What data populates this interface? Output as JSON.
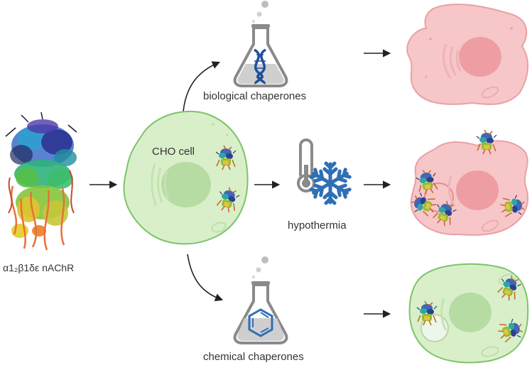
{
  "labels": {
    "receptor": "α1₂β1δε nAChR",
    "cho_cell": "CHO cell",
    "biological": "biological chaperones",
    "hypothermia": "hypothermia",
    "chemical": "chemical chaperones"
  },
  "colors": {
    "green_cell_fill": "#d9efc9",
    "green_cell_stroke": "#7cc46b",
    "green_nucleus": "#b6dca4",
    "pink_cell_fill": "#f7c6c8",
    "pink_cell_stroke": "#e8a1a5",
    "pink_nucleus": "#ee9ea3",
    "dna_blue": "#1f4f9c",
    "snowflake_blue": "#2f6fb5",
    "benzene_blue": "#2f6fb5",
    "flask_grey": "#8a8a8a",
    "arrow": "#222222"
  },
  "icons": [
    "protein-structure-icon",
    "flask-dna-icon",
    "thermometer-icon",
    "snowflake-icon",
    "flask-benzene-icon",
    "receptor-icon"
  ]
}
